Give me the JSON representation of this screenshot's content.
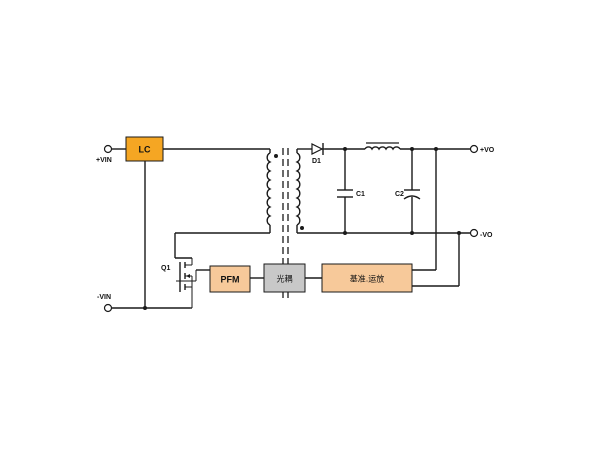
{
  "labels": {
    "vin_pos": "+VIN",
    "vin_neg": "-VIN",
    "vo_pos": "+VO",
    "vo_neg": "-VO",
    "lc": "LC",
    "pfm": "PFM",
    "optocoupler": "光耦",
    "reference_amp": "基准.运放",
    "q1": "Q1",
    "d1": "D1",
    "c1": "C1",
    "c2": "C2"
  },
  "colors": {
    "lc_block": "#f5a623",
    "pfm_block": "#f7c99a",
    "optocoupler_block": "#c8c8c8",
    "reference_amp_block": "#f7c99a",
    "wire": "#1a1a1a"
  }
}
